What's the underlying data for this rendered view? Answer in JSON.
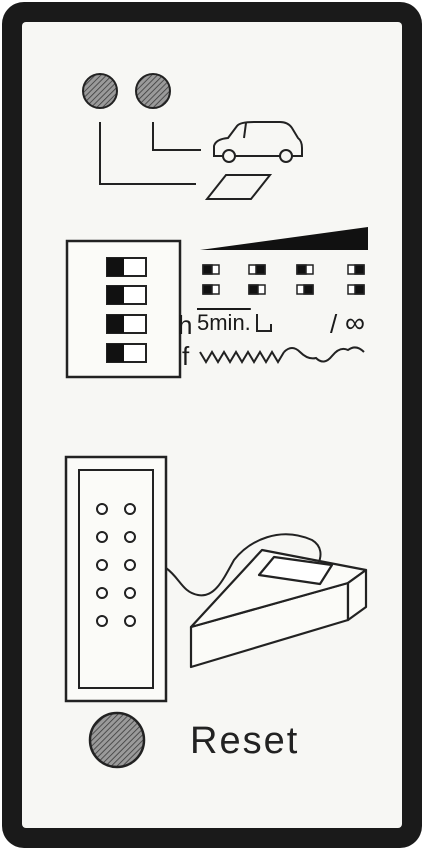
{
  "panel": {
    "colors": {
      "frame": "#1a1a1a",
      "face": "#f7f7f4",
      "ink": "#222222",
      "hatch": "#555555"
    }
  },
  "indicators": {
    "icons": [
      "led-indicator-icon",
      "led-indicator-icon",
      "car-icon",
      "sensor-pad-icon"
    ]
  },
  "dip_switch": {
    "count": 4,
    "icons": [
      "dip-switch-icon",
      "ramp-icon",
      "switch-state-icon",
      "wave-icon"
    ]
  },
  "settings": {
    "h_label": "h",
    "time_label": "5min.",
    "slash_label": "/",
    "infinity_label": "∞",
    "f_label": "f"
  },
  "connector": {
    "rows": 5,
    "columns": 2,
    "icons": [
      "connector-port-icon",
      "handheld-programmer-icon"
    ]
  },
  "reset": {
    "label": "Reset",
    "icon": "reset-button-icon"
  }
}
